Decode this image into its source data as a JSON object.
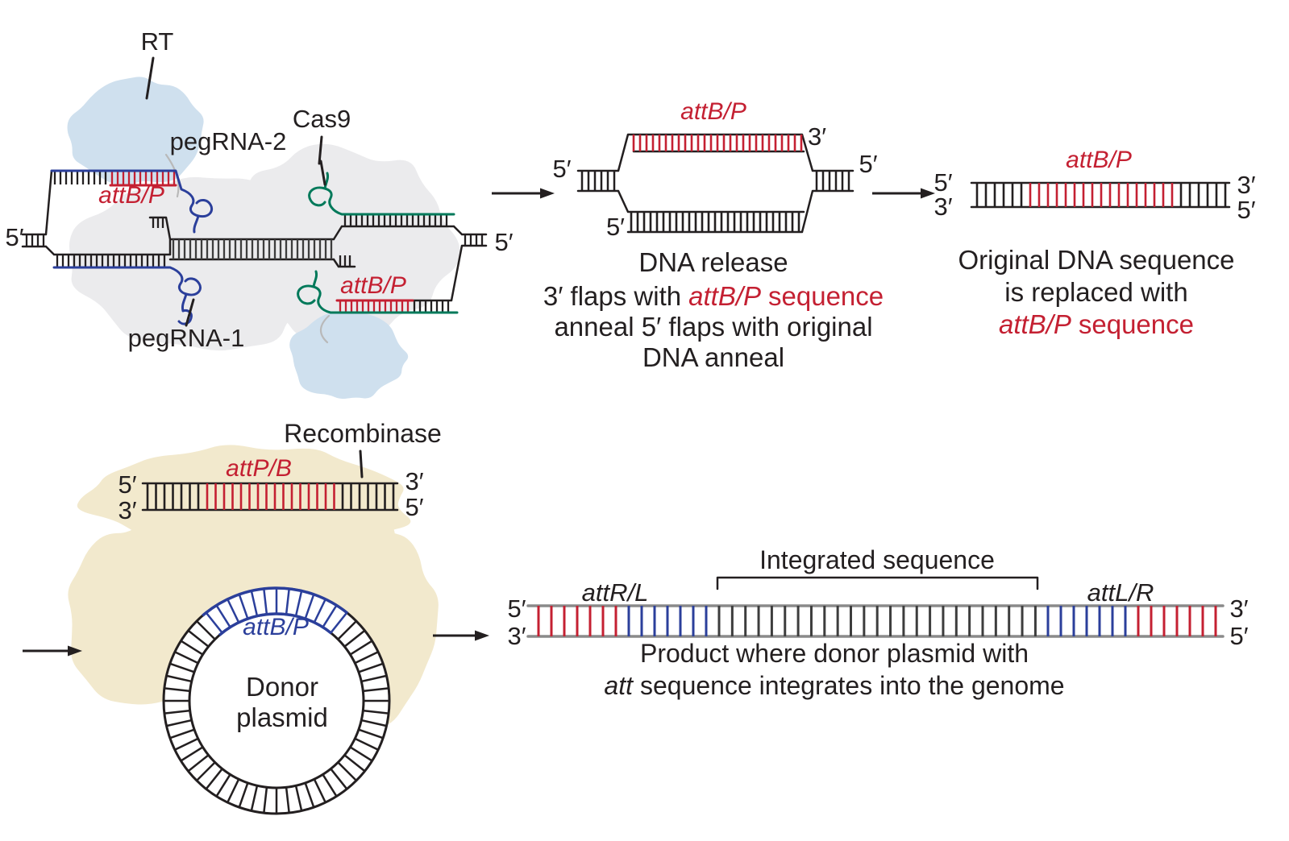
{
  "colors": {
    "ink": "#231f20",
    "red": "#c42032",
    "blue": "#2b3f9b",
    "green": "#00795a",
    "dark_tick": "#3d3d3d",
    "strand_gray": "#8a8a8a",
    "light_blue_blob": "#cfe0ee",
    "gray_blob": "#ebebed",
    "beige_blob": "#f2e9cd",
    "linker_gray": "#b9b9b9"
  },
  "panel1": {
    "rt": "RT",
    "pegrna2": "pegRNA-2",
    "cas9": "Cas9",
    "attbp_top": "attB/P",
    "attbp_bottom": "attB/P",
    "pegrna1": "pegRNA-1",
    "five_left": "5′",
    "five_right": "5′"
  },
  "panel2": {
    "attbp": "attB/P",
    "three_top": "3′",
    "five_left": "5′",
    "five_bottom": "5′",
    "five_right": "5′",
    "caption1": "DNA release",
    "caption2_pre": "3′ flaps with",
    "caption2_att": "attB/P",
    "caption2_seq": "sequence",
    "caption3": "anneal 5′ flaps with original",
    "caption4": "DNA anneal"
  },
  "panel3": {
    "attbp": "attB/P",
    "five_left": "5′",
    "three_left": "3′",
    "three_right": "3′",
    "five_right": "5′",
    "caption1": "Original DNA sequence",
    "caption2": "is replaced with",
    "caption3_att": "attB/P",
    "caption3_seq": "sequence"
  },
  "panel4": {
    "recombinase": "Recombinase",
    "attpb": "attP/B",
    "five_left": "5′",
    "three_left": "3′",
    "three_right": "3′",
    "five_right": "5′",
    "donor_attbp": "attB/P",
    "donor1": "Donor",
    "donor2": "plasmid"
  },
  "panel5": {
    "integrated": "Integrated sequence",
    "attrl": "attR/L",
    "attlr": "attL/R",
    "five_left": "5′",
    "three_left": "3′",
    "three_right": "3′",
    "five_right": "5′",
    "caption1": "Product where donor plasmid with",
    "caption2_att": "att",
    "caption2_rest": "sequence integrates into the genome"
  }
}
